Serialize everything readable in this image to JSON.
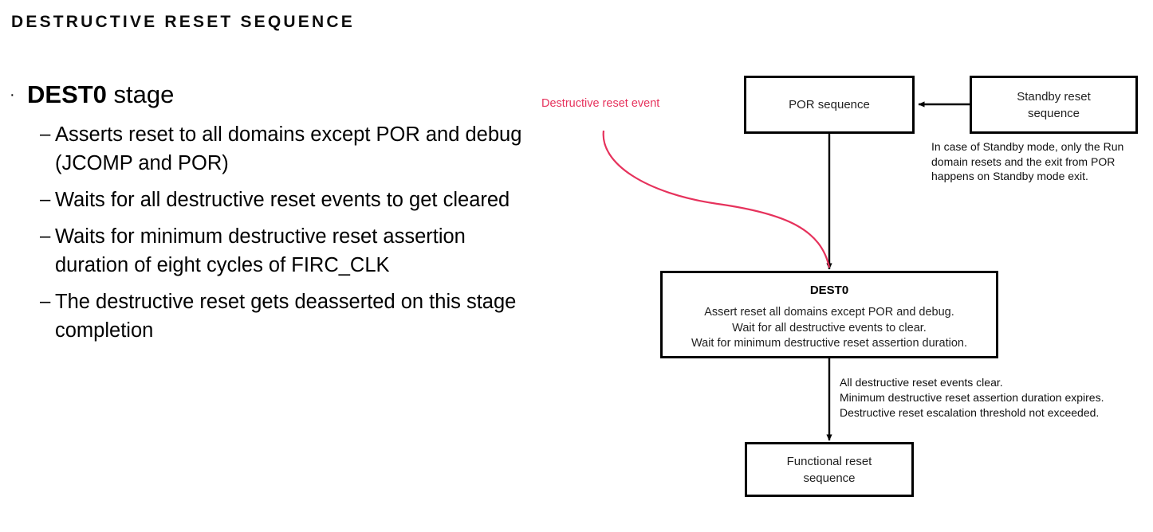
{
  "slide": {
    "title": "DESTRUCTIVE RESET SEQUENCE"
  },
  "bullets": {
    "level1_marker": "·",
    "level2_marker": "–",
    "items": [
      {
        "level": 1,
        "bold_prefix": "DEST0",
        "rest": " stage"
      },
      {
        "level": 2,
        "text": "Asserts reset to all domains except POR and debug (JCOMP and POR)"
      },
      {
        "level": 2,
        "text": "Waits for all destructive reset events to get cleared"
      },
      {
        "level": 2,
        "text": "Waits for minimum destructive reset assertion duration of eight cycles of FIRC_CLK"
      },
      {
        "level": 2,
        "text": "The destructive reset gets deasserted on this stage completion"
      }
    ]
  },
  "diagram": {
    "event_label": "Destructive reset event",
    "event_label_color": "#E6325C",
    "nodes": {
      "por": {
        "label": "POR sequence"
      },
      "standby": {
        "line1": "Standby reset",
        "line2": "sequence"
      },
      "dest0": {
        "title": "DEST0",
        "line1": "Assert reset all domains except POR and debug.",
        "line2": "Wait for all destructive events to clear.",
        "line3": "Wait for minimum destructive reset assertion duration."
      },
      "functional": {
        "line1": "Functional reset",
        "line2": "sequence"
      }
    },
    "notes": {
      "standby_note_line1": "In case of Standby mode, only the Run",
      "standby_note_line2": "domain resets and the exit from POR",
      "standby_note_line3": "happens on Standby mode exit.",
      "dest0_exit_line1": "All destructive reset events clear.",
      "dest0_exit_line2": "Minimum destructive reset assertion duration expires.",
      "dest0_exit_line3": "Destructive reset escalation threshold not exceeded."
    }
  }
}
